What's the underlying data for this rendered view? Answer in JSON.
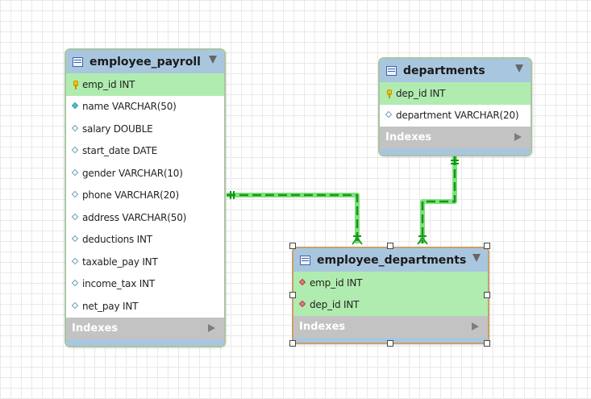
{
  "colors": {
    "header": "#a9c6df",
    "key_row": "#b0ecb0",
    "indexes_bar": "#c3c3c3",
    "connector": "#149614",
    "connector_glow": "#7fe07f",
    "selection_border": "#c8a06a"
  },
  "tables": {
    "employee_payroll": {
      "name": "employee_payroll",
      "columns": [
        {
          "label": "emp_id INT",
          "icon": "key-icon"
        },
        {
          "label": "name VARCHAR(50)",
          "icon": "filled-diamond-icon"
        },
        {
          "label": "salary DOUBLE",
          "icon": "diamond-icon"
        },
        {
          "label": "start_date DATE",
          "icon": "diamond-icon"
        },
        {
          "label": "gender VARCHAR(10)",
          "icon": "diamond-icon"
        },
        {
          "label": "phone VARCHAR(20)",
          "icon": "diamond-icon"
        },
        {
          "label": "address VARCHAR(50)",
          "icon": "diamond-icon"
        },
        {
          "label": "deductions INT",
          "icon": "diamond-icon"
        },
        {
          "label": "taxable_pay INT",
          "icon": "diamond-icon"
        },
        {
          "label": "income_tax INT",
          "icon": "diamond-icon"
        },
        {
          "label": "net_pay INT",
          "icon": "diamond-icon"
        }
      ],
      "indexes_label": "Indexes"
    },
    "departments": {
      "name": "departments",
      "columns": [
        {
          "label": "dep_id INT",
          "icon": "key-icon"
        },
        {
          "label": "department VARCHAR(20)",
          "icon": "diamond-icon"
        }
      ],
      "indexes_label": "Indexes"
    },
    "employee_departments": {
      "name": "employee_departments",
      "columns": [
        {
          "label": "emp_id INT",
          "icon": "foreign-key-diamond-icon"
        },
        {
          "label": "dep_id INT",
          "icon": "foreign-key-diamond-icon"
        }
      ],
      "indexes_label": "Indexes"
    }
  }
}
